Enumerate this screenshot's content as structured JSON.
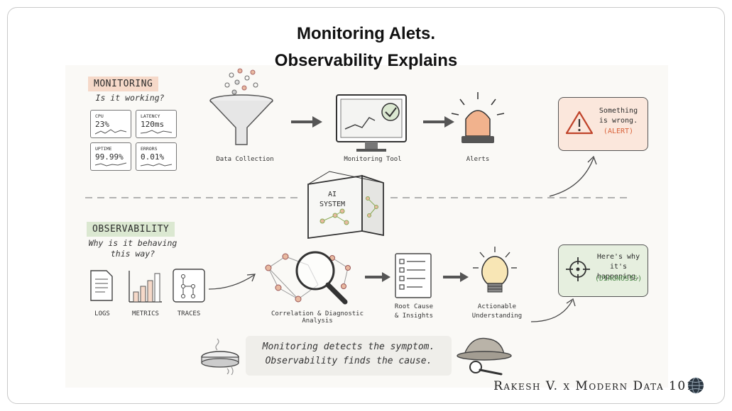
{
  "title": {
    "line1": "Monitoring Alets.",
    "line2": "Observability Explains"
  },
  "monitoring": {
    "tag": "MONITORING",
    "question": "Is it working?",
    "tag_color": "#f6d9c9",
    "metrics": [
      {
        "label": "CPU",
        "value": "23%"
      },
      {
        "label": "LATENCY",
        "value": "120ms"
      },
      {
        "label": "UPTIME",
        "value": "99.99%"
      },
      {
        "label": "ERRORS",
        "value": "0.01%"
      }
    ],
    "steps": [
      "Data Collection",
      "Monitoring Tool",
      "Alerts"
    ],
    "result": {
      "line1": "Something",
      "line2": "is wrong.",
      "line3": "(ALERT)",
      "bg": "#fbe7dc",
      "accent": "#d9623a"
    }
  },
  "ai_system": {
    "line1": "AI",
    "line2": "SYSTEM"
  },
  "observability": {
    "tag": "OBSERVABILITY",
    "question_line1": "Why is it behaving",
    "question_line2": "this way?",
    "tag_color": "#dbe8d1",
    "sources": [
      "LOGS",
      "METRICS",
      "TRACES"
    ],
    "analysis": "Correlation & Diagnostic Analysis",
    "root_cause_line1": "Root Cause",
    "root_cause_line2": "& Insights",
    "understanding_line1": "Actionable",
    "understanding_line2": "Understanding",
    "result": {
      "line1": "Here's why",
      "line2": "it's happening.",
      "line3": "(DIAGNOSIS)",
      "bg": "#e6efdf",
      "accent": "#4e8a4a"
    }
  },
  "summary": {
    "line1": "Monitoring detects the symptom.",
    "line2": "Observability finds the cause."
  },
  "footer": "Rakesh V. x Modern Data 101",
  "icons": [
    "funnel-icon",
    "monitor-check-icon",
    "alarm-light-icon",
    "warning-icon",
    "ai-cube-icon",
    "document-icon",
    "bar-chart-icon",
    "flow-icon",
    "magnifier-network-icon",
    "checklist-icon",
    "lightbulb-icon",
    "crosshair-icon",
    "smoke-detector-icon",
    "detective-hat-icon",
    "globe-logo-icon"
  ]
}
